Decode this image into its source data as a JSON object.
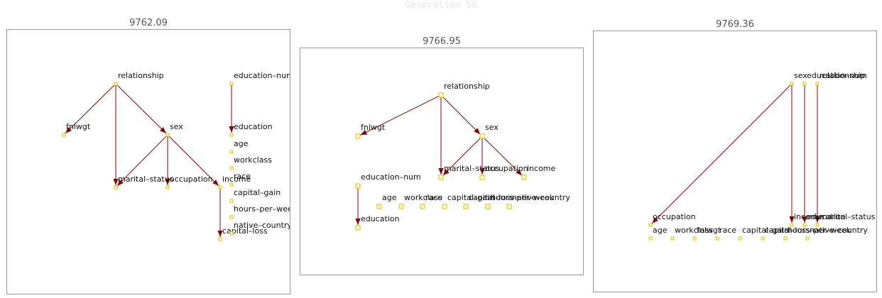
{
  "generation_title": "Generation 56",
  "colors": {
    "edge": "#8b0000",
    "node_fill": "#ffffcc",
    "node_stroke": "#d4c200"
  },
  "panels": [
    {
      "score": "9762.09",
      "nodes": {
        "relationship": "relationship",
        "fnlwgt": "fnlwgt",
        "sex": "sex",
        "marital_status": "marital–status",
        "occupation": "occupation",
        "income": "income",
        "capital_loss": "capital–loss",
        "education_num": "education–num",
        "education": "education",
        "age": "age",
        "workclass": "workclass",
        "race": "race",
        "capital_gain": "capital–gain",
        "hours_per_week": "hours–per–week",
        "native_country": "native–country"
      },
      "edges": [
        [
          "relationship",
          "fnlwgt"
        ],
        [
          "relationship",
          "marital_status"
        ],
        [
          "relationship",
          "sex"
        ],
        [
          "sex",
          "marital_status"
        ],
        [
          "sex",
          "occupation"
        ],
        [
          "sex",
          "income"
        ],
        [
          "income",
          "capital_loss"
        ],
        [
          "education_num",
          "education"
        ]
      ]
    },
    {
      "score": "9766.95",
      "nodes": {
        "relationship": "relationship",
        "fnlwgt": "fnlwgt",
        "sex": "sex",
        "marital_status": "marital–status",
        "occupation": "occupation",
        "income": "income",
        "education_num": "education–num",
        "education": "education",
        "age": "age",
        "workclass": "workclass",
        "race": "race",
        "capital_gain": "capital–gain",
        "capital_loss": "capital–loss",
        "hours_per_week": "hours–per–week",
        "native_country": "native–country"
      },
      "edges": [
        [
          "relationship",
          "fnlwgt"
        ],
        [
          "relationship",
          "marital_status"
        ],
        [
          "relationship",
          "sex"
        ],
        [
          "sex",
          "marital_status"
        ],
        [
          "sex",
          "occupation"
        ],
        [
          "sex",
          "income"
        ],
        [
          "education_num",
          "education"
        ]
      ]
    },
    {
      "score": "9769.36",
      "nodes": {
        "sex": "sex",
        "education_num": "education–num",
        "relationship": "relationship",
        "occupation": "occupation",
        "income": "income",
        "education": "education",
        "marital_status": "marital–status",
        "age": "age",
        "workclass": "workclass",
        "fnlwgt": "fnlwgt",
        "race": "race",
        "capital_gain": "capital–gain",
        "capital_loss": "capital–loss",
        "hours_per_week": "hours–per–week",
        "native_country": "native–country"
      },
      "edges": [
        [
          "sex",
          "occupation"
        ],
        [
          "sex",
          "income"
        ],
        [
          "education_num",
          "education"
        ],
        [
          "relationship",
          "marital_status"
        ]
      ]
    }
  ]
}
